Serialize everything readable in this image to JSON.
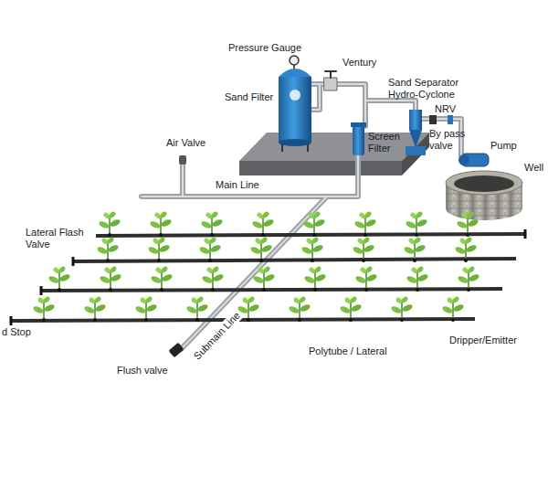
{
  "diagram": {
    "labels": [
      "Pressure Gauge",
      "Ventury",
      "Sand Filter",
      "Sand Separator Hydro-Cyclone",
      "NRV",
      "By pass valve",
      "Pump",
      "Well",
      "Air Valve",
      "Screen Filter",
      "Main Line",
      "Lateral Flash Valve",
      "d Stop",
      "Flush valve",
      "Submain Line",
      "Polytube / Lateral",
      "Dripper/Emitter"
    ]
  }
}
